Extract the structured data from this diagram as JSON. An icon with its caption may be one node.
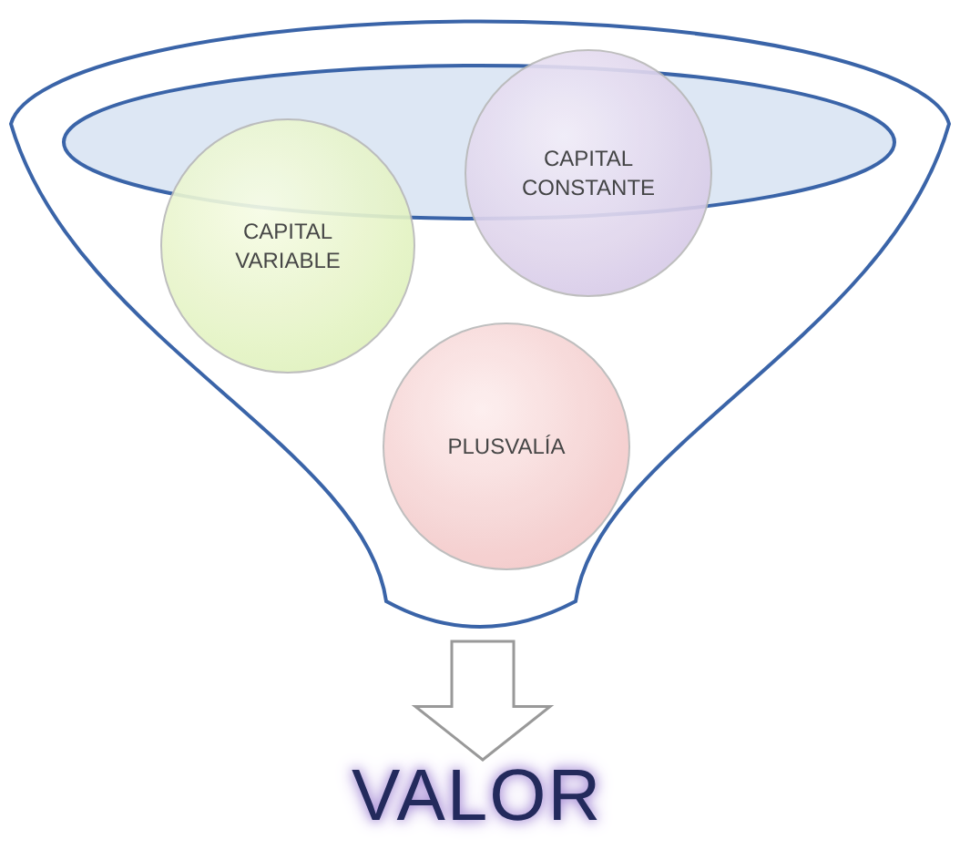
{
  "diagram": {
    "nodes": [
      {
        "text": [],
        "shape": "funnel"
      },
      {
        "text": [
          "CAPITAL VARIABLE"
        ],
        "in": 0
      },
      {
        "text": [
          "CAPITAL CONSTANTE"
        ],
        "in": 0
      },
      {
        "text": [
          "PLUSVALÍA"
        ],
        "in": 0
      },
      {
        "text": [
          "VALOR"
        ]
      }
    ],
    "edges": [
      {
        "from": 0,
        "to": 4,
        "arrow": "to"
      }
    ]
  }
}
